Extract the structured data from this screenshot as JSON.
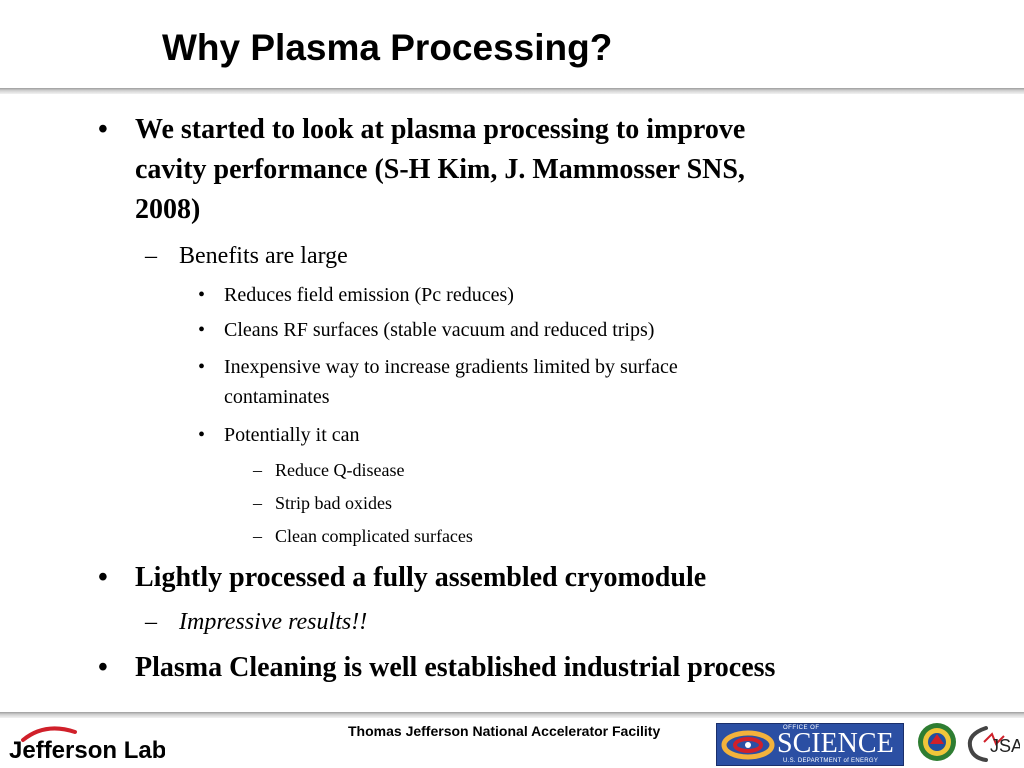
{
  "title": "Why Plasma Processing?",
  "content": {
    "b1": {
      "bullet": "•",
      "line1": "We started to look at plasma processing to improve",
      "line2": "cavity performance (S-H Kim, J. Mammosser SNS,",
      "line3": "2008)"
    },
    "b1_sub1": {
      "bullet": "–",
      "text": "Benefits are large"
    },
    "b1_sub1_items": [
      {
        "bullet": "•",
        "text": "Reduces field emission (Pc reduces)"
      },
      {
        "bullet": "•",
        "text": "Cleans RF surfaces (stable vacuum and reduced trips)"
      },
      {
        "bullet": "•",
        "line1": "Inexpensive way to increase gradients limited by surface",
        "line2": "contaminates"
      },
      {
        "bullet": "•",
        "text": "Potentially it can"
      }
    ],
    "potential_items": [
      {
        "bullet": "–",
        "text": "Reduce Q-disease"
      },
      {
        "bullet": "–",
        "text": "Strip bad oxides"
      },
      {
        "bullet": "–",
        "text": "Clean complicated surfaces"
      }
    ],
    "b2": {
      "bullet": "•",
      "text": "Lightly processed a fully assembled cryomodule"
    },
    "b2_sub1": {
      "bullet": "–",
      "text": "Impressive results!!"
    },
    "b3": {
      "bullet": "•",
      "text": "Plasma Cleaning is well established industrial process"
    }
  },
  "footer": {
    "logo_text": "Jefferson Lab",
    "institution": "Thomas Jefferson National Accelerator Facility",
    "science_badge": {
      "office_of": "OFFICE OF",
      "word": "SCIENCE",
      "dept": "U.S. DEPARTMENT of ENERGY"
    },
    "jsa_text": "JSA"
  },
  "colors": {
    "accent_red": "#d0202a",
    "science_blue": "#2b4fa3",
    "rule_gray": "#b8b8b8"
  }
}
